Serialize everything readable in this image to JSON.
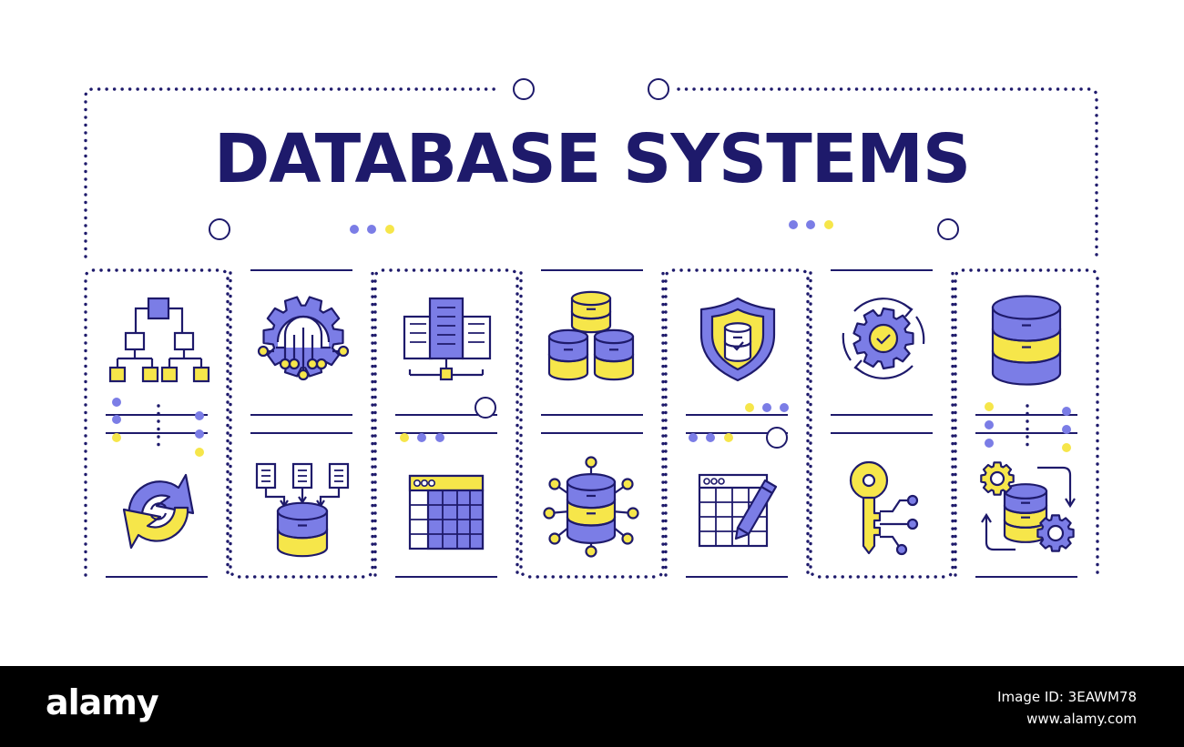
{
  "title": "DATABASE SYSTEMS",
  "colors": {
    "navy": "#1e1a6b",
    "purple": "#7b7de6",
    "yellow": "#f6e64a",
    "white": "#ffffff"
  },
  "icons": [
    [
      "hierarchy-icon",
      "sync-arrows-icon"
    ],
    [
      "gear-circuit-icon",
      "data-merge-icon"
    ],
    [
      "server-rack-icon",
      "spreadsheet-table-icon"
    ],
    [
      "database-stack-icon",
      "database-network-icon"
    ],
    [
      "database-shield-icon",
      "edit-table-icon"
    ],
    [
      "gear-refresh-icon",
      "digital-key-icon"
    ],
    [
      "database-cylinder-icon",
      "database-gears-icon"
    ]
  ],
  "footer": {
    "logo": "alamy",
    "image_id": "Image ID: 3EAWM78",
    "site": "www.alamy.com"
  }
}
